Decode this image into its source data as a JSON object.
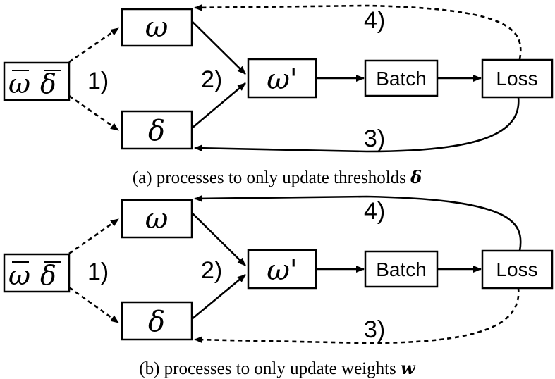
{
  "panels": [
    {
      "id": "a",
      "boxes": {
        "init": {
          "sym1": "ω",
          "sym2": "δ"
        },
        "omega": "ω",
        "delta": "δ",
        "omega_prime": "ω'",
        "batch": "Batch",
        "loss": "Loss"
      },
      "steps": {
        "s1": "1)",
        "s2": "2)",
        "s3": "3)",
        "s4": "4)"
      },
      "caption_text": "(a) processes to only update thresholds",
      "caption_symbol": "δ"
    },
    {
      "id": "b",
      "boxes": {
        "init": {
          "sym1": "ω",
          "sym2": "δ"
        },
        "omega": "ω",
        "delta": "δ",
        "omega_prime": "ω'",
        "batch": "Batch",
        "loss": "Loss"
      },
      "steps": {
        "s1": "1)",
        "s2": "2)",
        "s3": "3)",
        "s4": "4)"
      },
      "caption_text": "(b) processes to only update weights",
      "caption_symbol": "w"
    }
  ]
}
